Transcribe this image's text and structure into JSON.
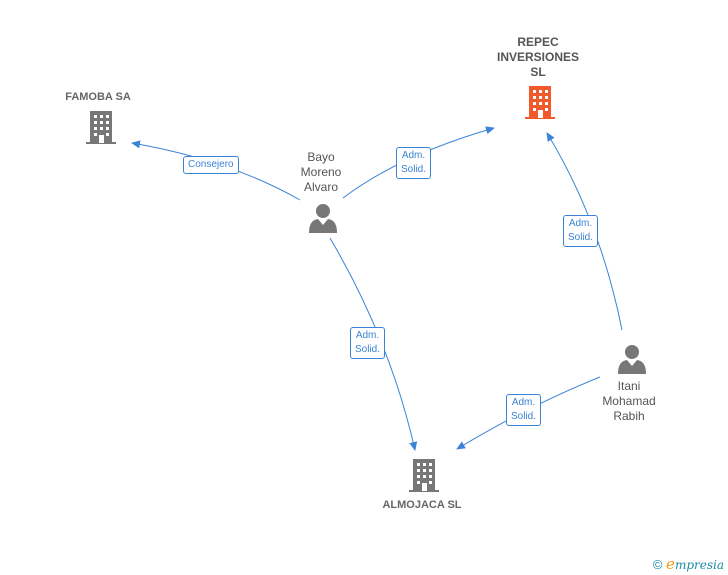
{
  "companies": {
    "repec": {
      "name": "REPEC\nINVERSIONES\nSL",
      "color": "#f15a2b"
    },
    "famoba": {
      "name": "FAMOBA SA",
      "color": "#777777"
    },
    "almojaca": {
      "name": "ALMOJACA  SL",
      "color": "#777777"
    }
  },
  "persons": {
    "bayo": {
      "name": "Bayo\nMoreno\nAlvaro"
    },
    "itani": {
      "name": "Itani\nMohamad\nRabih"
    }
  },
  "edges": {
    "bayo_famoba": "Consejero",
    "bayo_repec": "Adm.\nSolid.",
    "bayo_almojaca": "Adm.\nSolid.",
    "itani_repec": "Adm.\nSolid.",
    "itani_almojaca": "Adm.\nSolid."
  },
  "footer": {
    "copyright": "©",
    "brand_e": "e",
    "brand_rest": "mpresia"
  },
  "colors": {
    "edge": "#3b83d6",
    "person_icon": "#777777"
  }
}
